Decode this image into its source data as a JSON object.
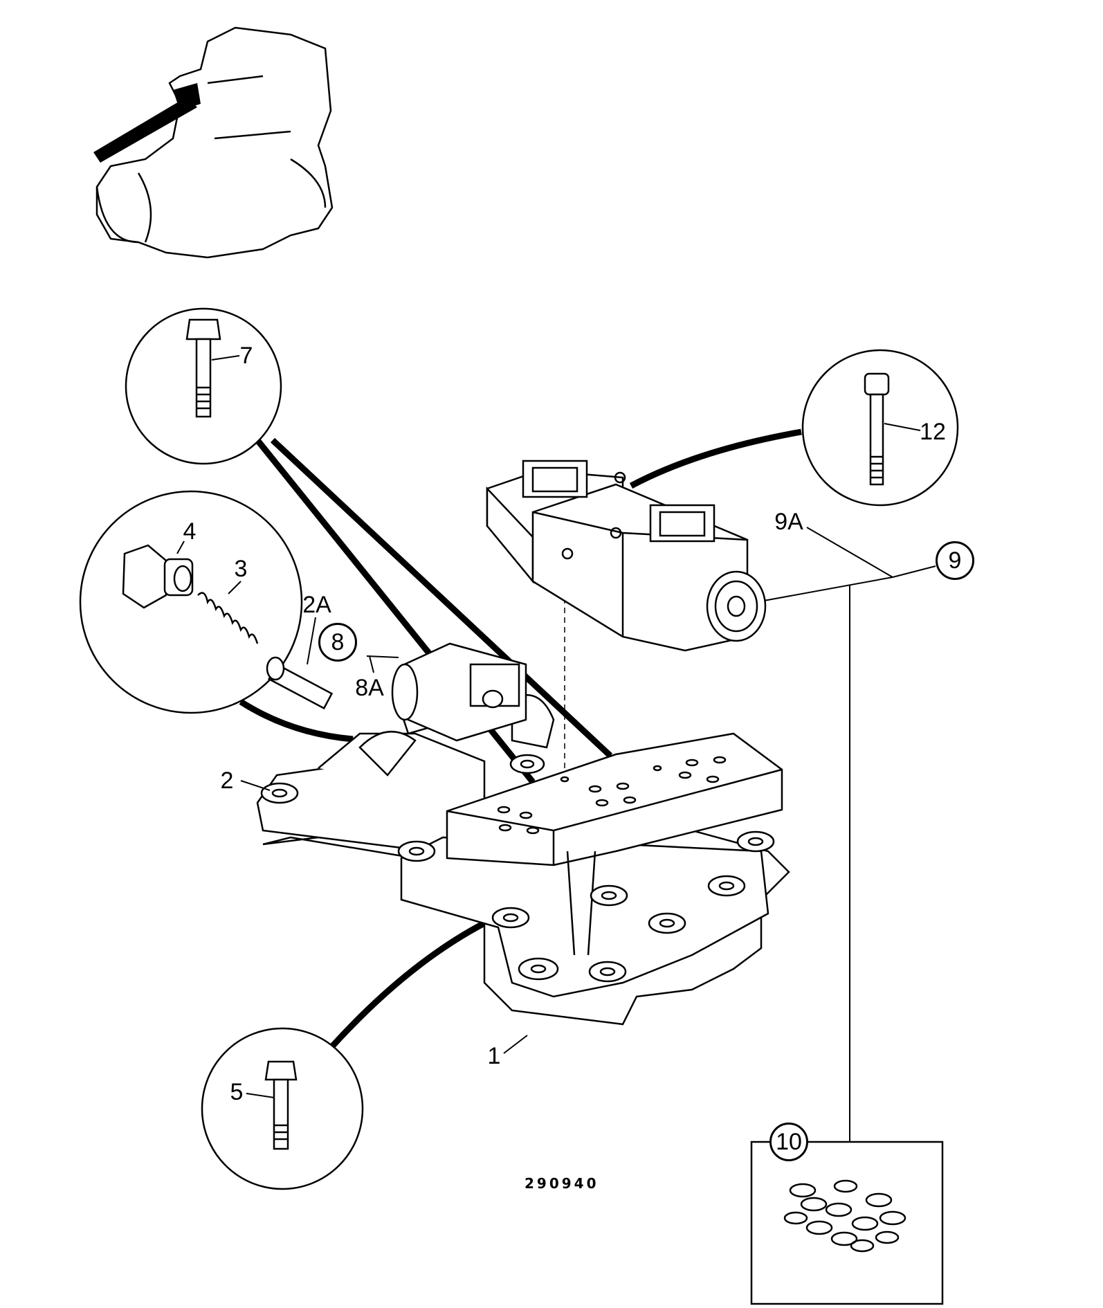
{
  "diagram": {
    "drawing_number": "290940",
    "callouts": {
      "c1": "1",
      "c2": "2",
      "c2a": "2A",
      "c3": "3",
      "c4": "4",
      "c5": "5",
      "c7": "7",
      "c8": "8",
      "c8a": "8A",
      "c9": "9",
      "c9a": "9A",
      "c10": "10",
      "c12": "12"
    }
  }
}
